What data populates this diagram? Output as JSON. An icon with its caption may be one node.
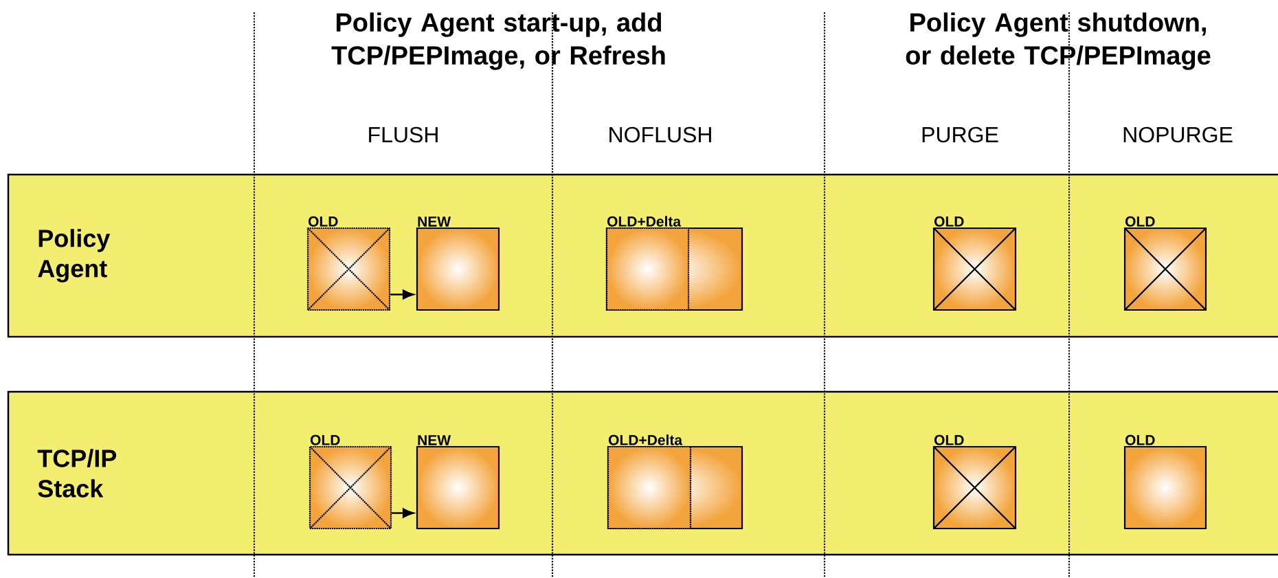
{
  "diagram": {
    "nodes": [
      {
        "text": [
          "Policy Agent"
        ]
      },
      {
        "text": [
          "OLD"
        ],
        "in": 0
      },
      {
        "text": [
          "NEW"
        ],
        "in": 0
      },
      {
        "text": [
          "OLD+Delta"
        ],
        "in": 0
      },
      {
        "text": [],
        "shape": "box",
        "in": 3
      },
      {
        "text": [
          "OLD"
        ],
        "in": 0
      },
      {
        "text": [
          "OLD"
        ],
        "in": 0
      },
      {
        "text": [
          "TCP/IP Stack"
        ]
      },
      {
        "text": [
          "OLD"
        ],
        "in": 7
      },
      {
        "text": [
          "NEW"
        ],
        "in": 7
      },
      {
        "text": [
          "OLD+Delta"
        ],
        "in": 7
      },
      {
        "text": [],
        "shape": "box",
        "in": 10
      },
      {
        "text": [
          "OLD"
        ],
        "in": 7
      },
      {
        "text": [
          "OLD"
        ],
        "in": 7
      }
    ],
    "edges": [
      {
        "from": 1,
        "to": 2,
        "arrow": "to"
      },
      {
        "from": 8,
        "to": 9,
        "arrow": "to"
      }
    ],
    "labels": [
      "Policy Agent start-up, add TCP/PEPImage, or Refresh",
      "Policy Agent shutdown, or delete TCP/PEPImage",
      "FLUSH",
      "NOFLUSH",
      "PURGE",
      "NOPURGE"
    ]
  }
}
